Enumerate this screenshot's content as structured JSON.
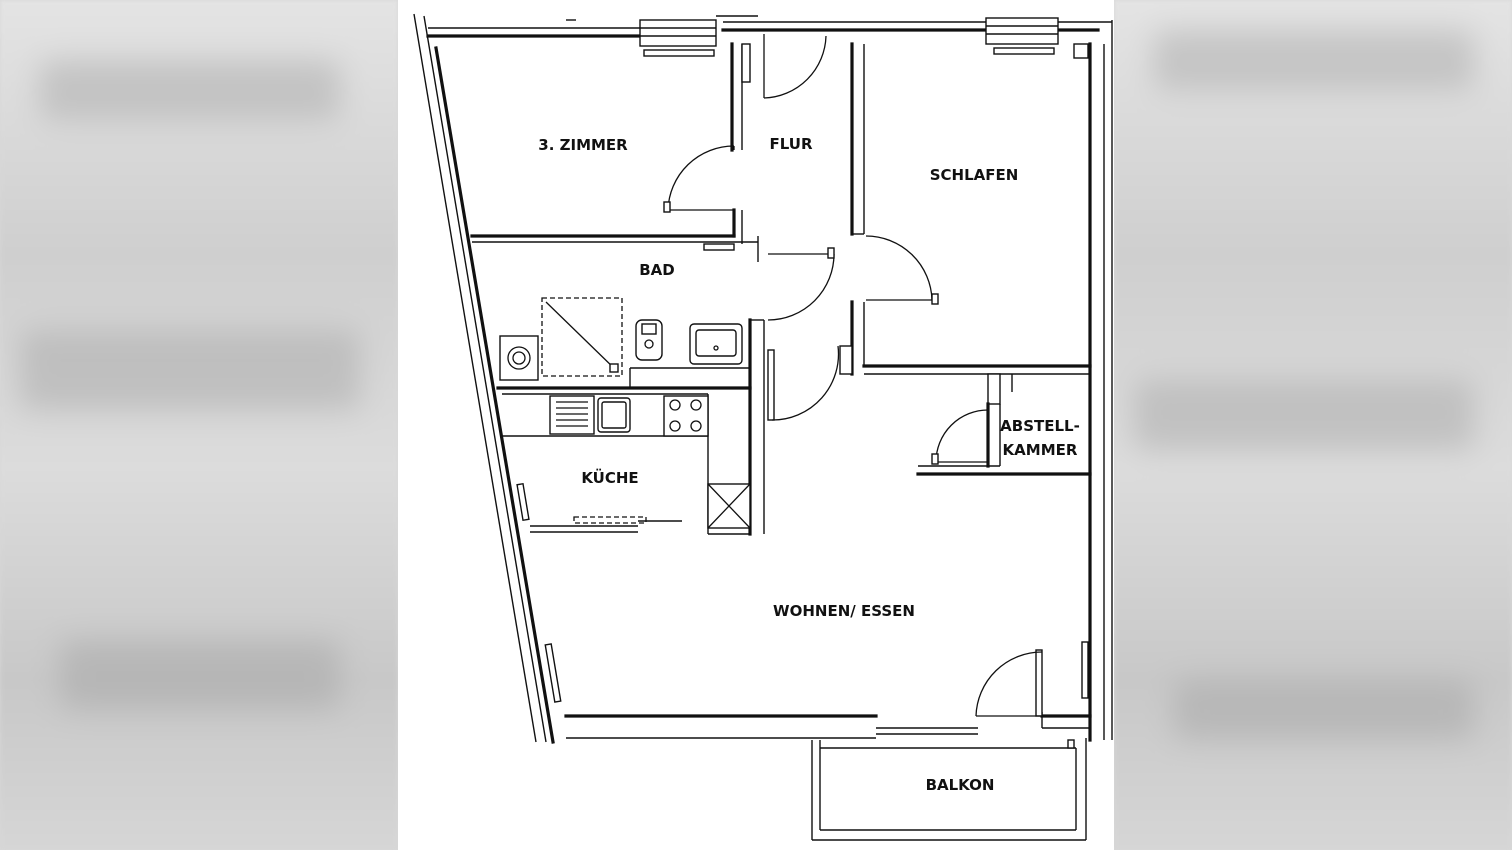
{
  "floorplan": {
    "rooms": [
      {
        "id": "zimmer3",
        "label": "3. ZIMMER"
      },
      {
        "id": "flur",
        "label": "FLUR"
      },
      {
        "id": "schlafen",
        "label": "SCHLAFEN"
      },
      {
        "id": "bad",
        "label": "BAD"
      },
      {
        "id": "abstell_1",
        "label": "ABSTELL-"
      },
      {
        "id": "abstell_2",
        "label": "KAMMER"
      },
      {
        "id": "kueche",
        "label": "KÜCHE"
      },
      {
        "id": "wohnen",
        "label": "WOHNEN/ ESSEN"
      },
      {
        "id": "balkon",
        "label": "BALKON"
      }
    ]
  }
}
